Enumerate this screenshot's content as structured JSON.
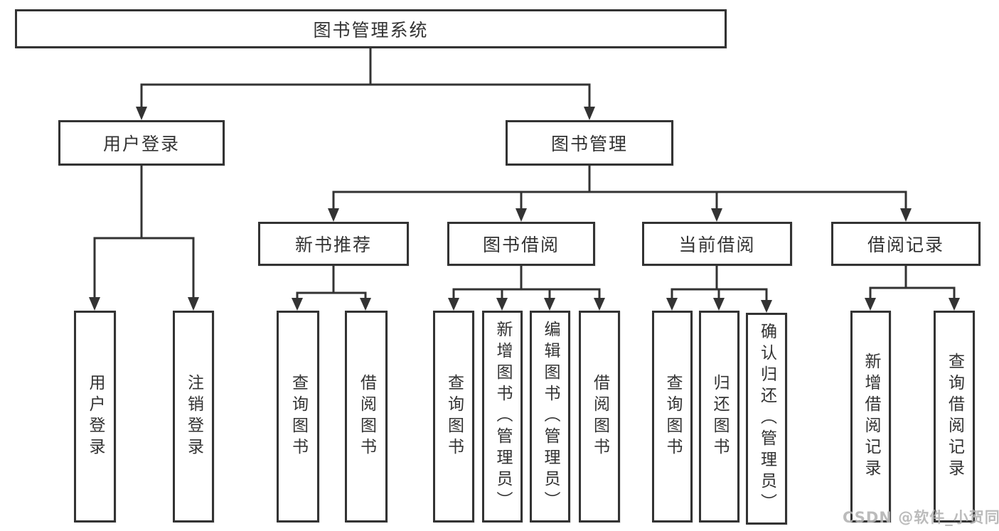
{
  "diagram": {
    "root": "图书管理系统",
    "user_login": {
      "label": "用户登录",
      "leaves": [
        "用户登录",
        "注销登录"
      ]
    },
    "book_mgmt": {
      "label": "图书管理",
      "modules": [
        {
          "label": "新书推荐",
          "leaves": [
            "查询图书",
            "借阅图书"
          ]
        },
        {
          "label": "图书借阅",
          "leaves": [
            "查询图书",
            "新增图书（管理员）",
            "编辑图书（管理员）",
            "借阅图书"
          ]
        },
        {
          "label": "当前借阅",
          "leaves": [
            "查询图书",
            "归还图书",
            "确认归还（管理员）"
          ]
        },
        {
          "label": "借阅记录",
          "leaves": [
            "新增借阅记录",
            "查询借阅记录"
          ]
        }
      ]
    }
  },
  "watermark": {
    "text": "CSDN @软件_小贺同学"
  },
  "colors": {
    "line": "#333333",
    "text": "#333333",
    "box_background": "#ffffff",
    "watermark": "#b4b4b4",
    "background": "#ffffff"
  }
}
